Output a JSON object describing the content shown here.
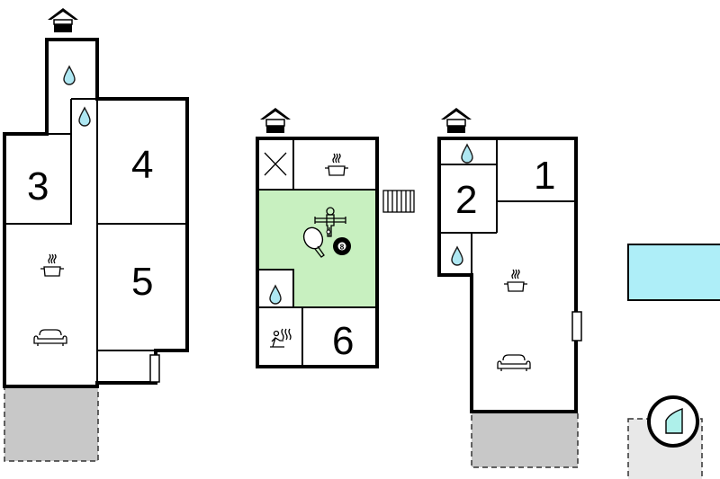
{
  "rooms": [
    {
      "id": "room-1",
      "label": "1"
    },
    {
      "id": "room-2",
      "label": "2"
    },
    {
      "id": "room-3",
      "label": "3"
    },
    {
      "id": "room-4",
      "label": "4"
    },
    {
      "id": "room-5",
      "label": "5"
    },
    {
      "id": "room-6",
      "label": "6"
    }
  ],
  "billiard_ball": "8",
  "colors": {
    "activity_room": "#c8f0c0",
    "pool": "#aeeef8",
    "terrace": "#c8c8c8",
    "water_drop": "#aee7f2"
  },
  "icons": [
    "entrance-house-icon",
    "water-drop-icon",
    "cooking-pot-icon",
    "sofa-icon",
    "table-tennis-icon",
    "billiard-ball-icon",
    "table-football-icon",
    "sauna-icon",
    "window-radiator-icon",
    "pool-icon",
    "spa-icon"
  ]
}
